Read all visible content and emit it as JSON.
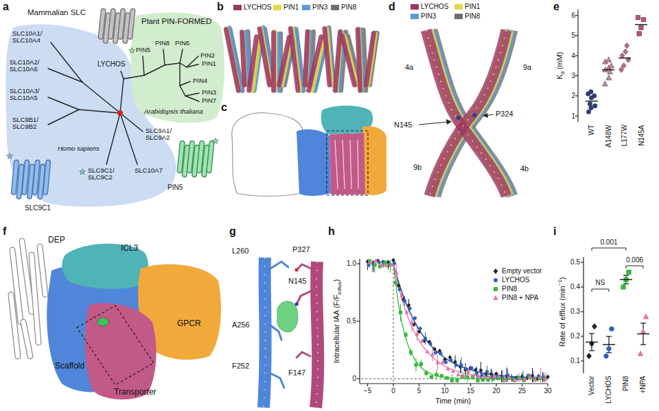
{
  "diagram": {
    "labels": [
      "a",
      "b",
      "c",
      "d",
      "e",
      "f",
      "g",
      "h",
      "i",
      "Mammalian SLC",
      "Plant PIN-FORMED",
      "LYCHOS",
      "PIN5",
      "PIN8",
      "PIN6",
      "PIN2",
      "PIN1",
      "PIN4",
      "PIN3",
      "PIN7",
      "Arabidopsis thaliana",
      "SLC10A1/ SLC10A4",
      "SLC10A2/ SLC10A6",
      "SLC10A3/ SLC10A5",
      "SLC9B1/ SLC9B2",
      "Homo sapiens",
      "SLC9A1/ SLC9A2",
      "SLC9C1/ SLC9C2",
      "SLC10A7",
      "SLC9C1",
      "PIN5",
      "4a",
      "9a",
      "N145",
      "P324",
      "9b",
      "4b",
      "6",
      "5",
      "4",
      "3",
      "2",
      "1",
      "K",
      "d",
      "(mM)",
      "WT",
      "A148W",
      "L177W",
      "N145A",
      "DEP",
      "ICL3",
      "GPCR",
      "Scaffold",
      "Transporter",
      "L260",
      "P327",
      "N145",
      "A256",
      "F252",
      "F147",
      "1.0",
      "0.5",
      "0",
      "−5",
      "0",
      "5",
      "10",
      "15",
      "20",
      "25",
      "30",
      "Time (min)",
      "Intracellular IAA (F/F",
      "influx",
      ")",
      "0.5",
      "0.4",
      "0.3",
      "0.2",
      "0.1",
      "Rate of efflux (min",
      "−1",
      ")",
      "0.001",
      "NS",
      "0.006",
      "Vector",
      "LYCHOS",
      "PIN8",
      "+NPA"
    ],
    "legend": [
      {
        "text": "LYCHOS",
        "color": "#9c3465"
      },
      {
        "text": "PIN1",
        "color": "#e6d84a"
      },
      {
        "text": "PIN3",
        "color": "#5b9bd5"
      },
      {
        "text": "PIN8",
        "color": "#6e6e6e"
      },
      {
        "text": "LYCHOS",
        "color": "#9c3465"
      },
      {
        "text": "PIN1",
        "color": "#e6d84a"
      },
      {
        "text": "PIN3",
        "color": "#5b9bd5"
      },
      {
        "text": "PIN8",
        "color": "#6e6e6e"
      },
      {
        "text": "Empty vector"
      },
      {
        "text": "LYCHOS"
      },
      {
        "text": "PIN8"
      },
      {
        "text": "PIN8 + NPA"
      }
    ]
  }
}
